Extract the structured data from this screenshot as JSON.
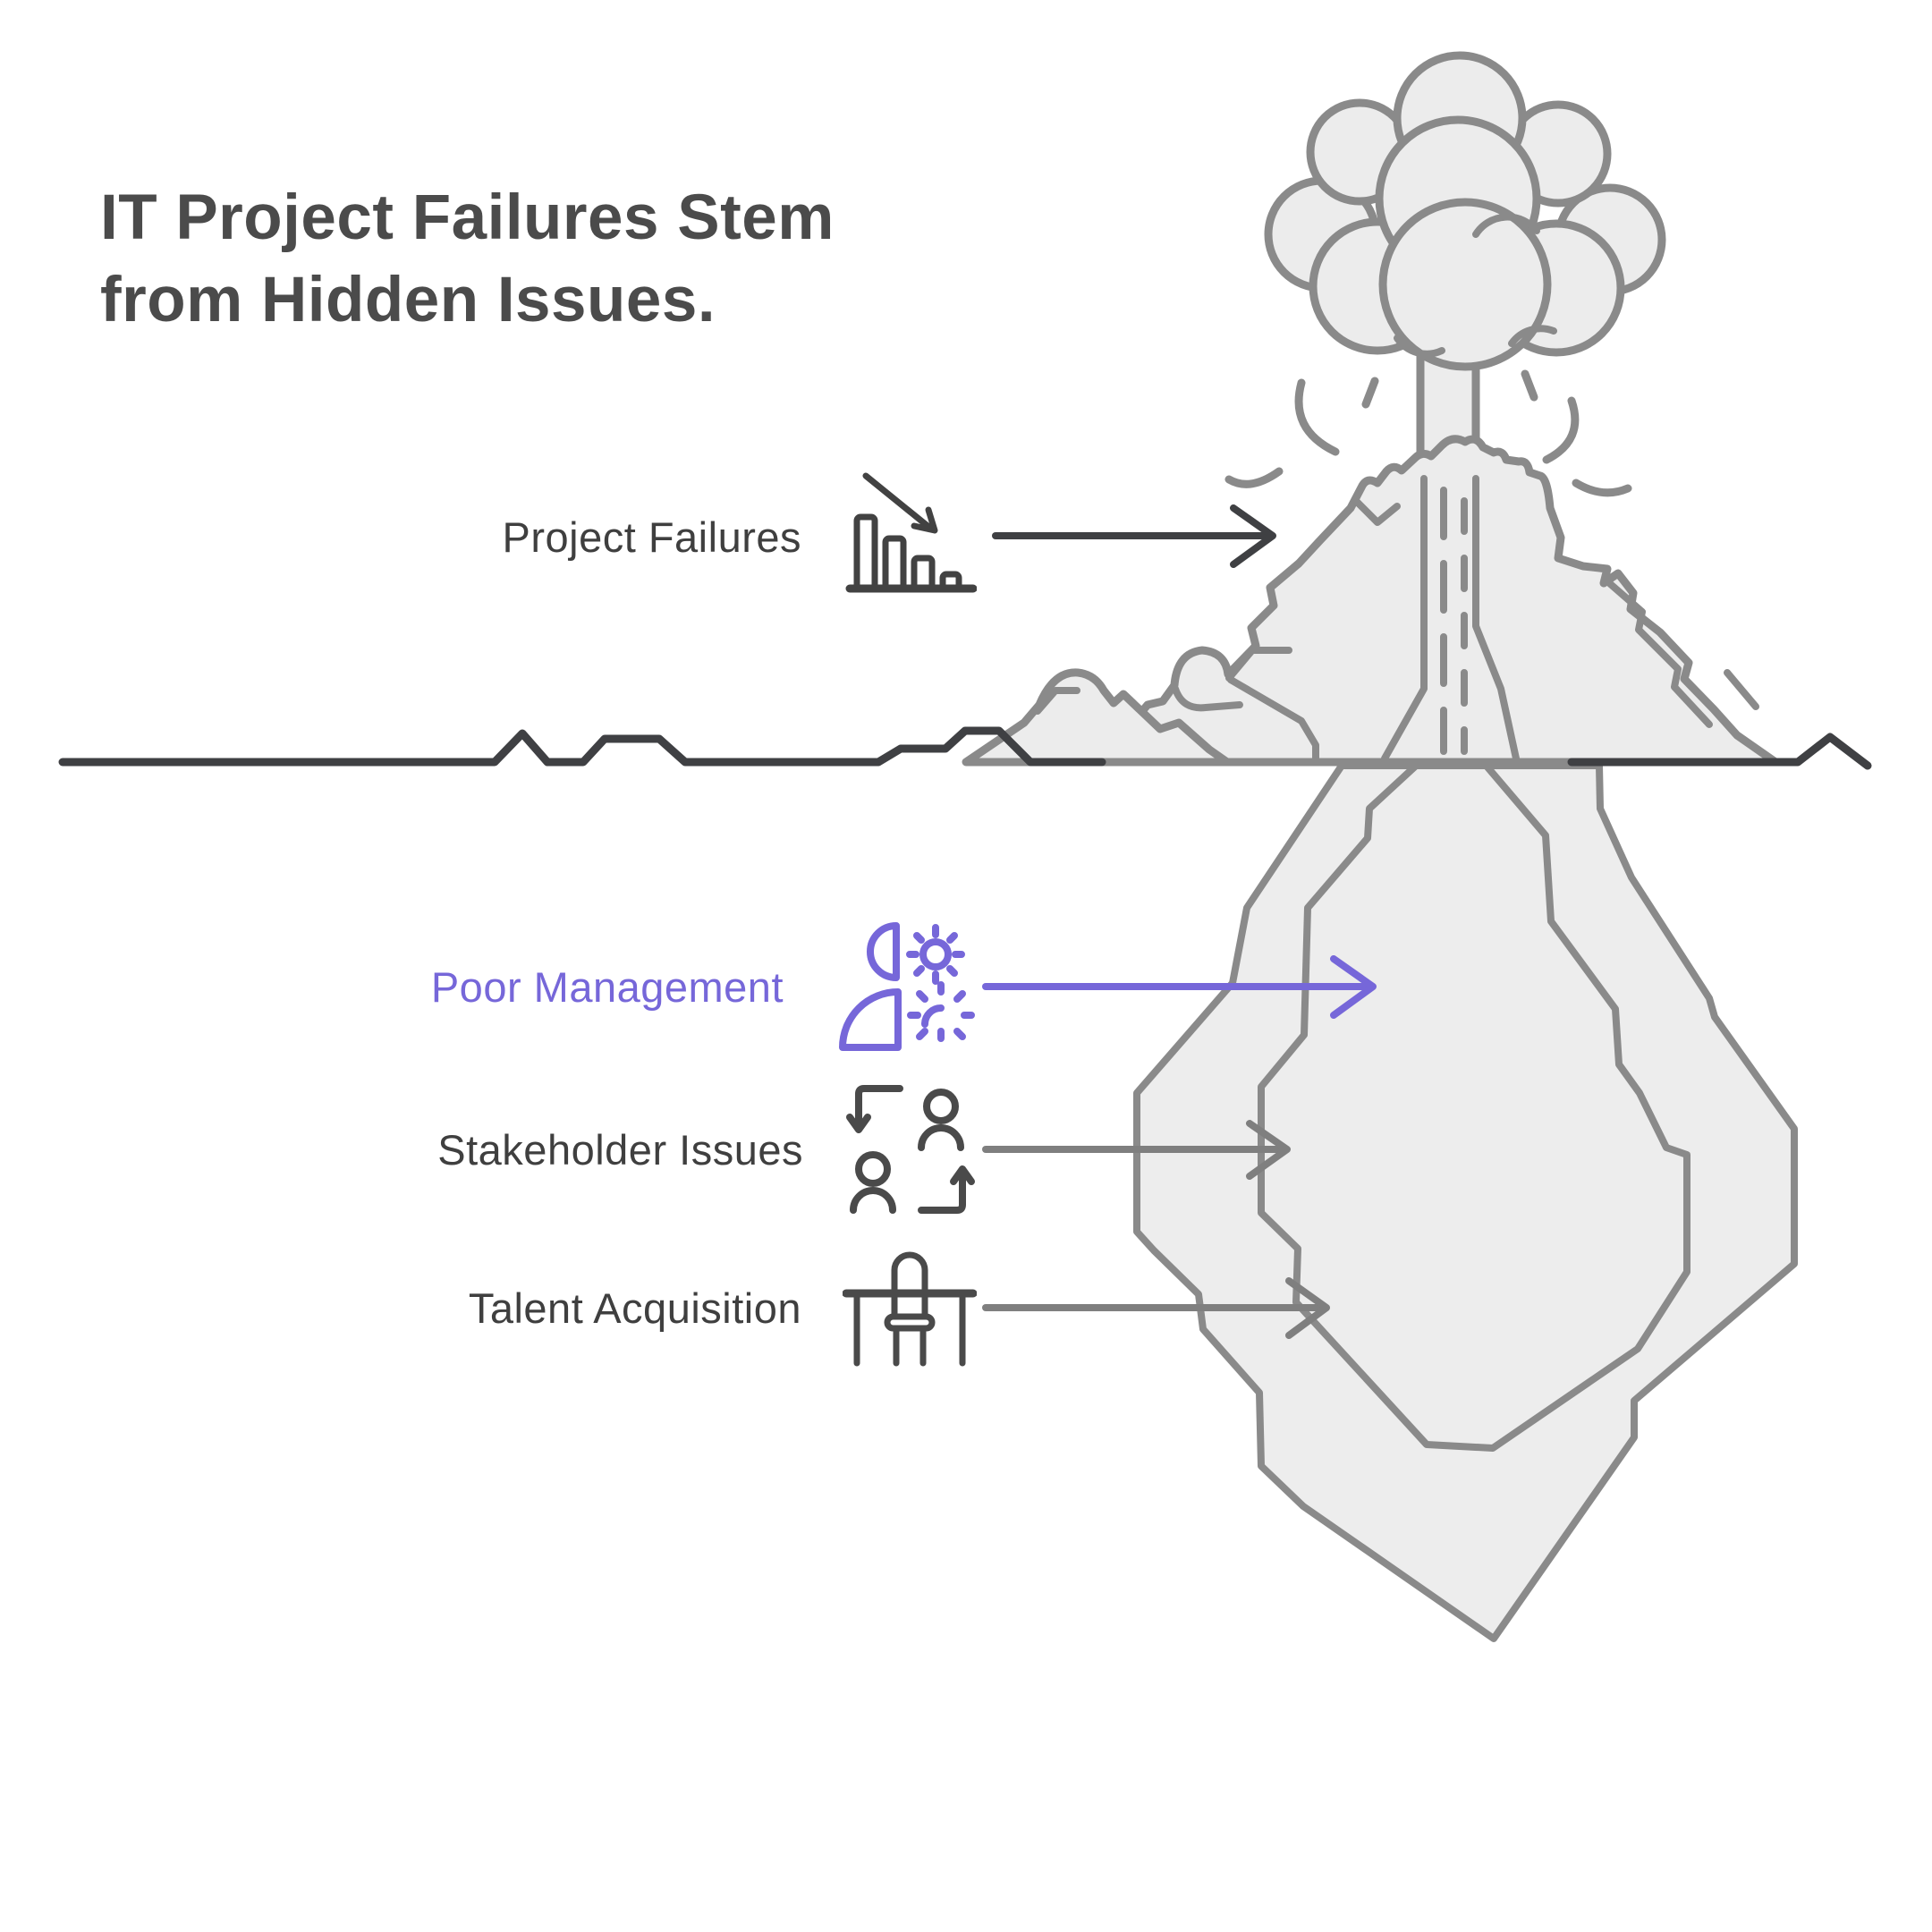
{
  "title": {
    "line1": "IT Project Failures Stem",
    "line2": "from Hidden Issues."
  },
  "labels": {
    "rows": [
      {
        "id": "project-failures",
        "text": "Project Failures",
        "icon": "declining-bar-chart-icon",
        "zone": "above-water",
        "accent": false
      },
      {
        "id": "poor-management",
        "text": "Poor Management",
        "icon": "person-gears-icon",
        "zone": "underwater",
        "accent": true
      },
      {
        "id": "stakeholder-issues",
        "text": "Stakeholder Issues",
        "icon": "people-exchange-icon",
        "zone": "underwater",
        "accent": false
      },
      {
        "id": "talent-acquisition",
        "text": "Talent Acquisition",
        "icon": "interview-desk-icon",
        "zone": "underwater",
        "accent": false
      }
    ]
  },
  "colors": {
    "background": "#ffffff",
    "title_text": "#4b4b4b",
    "label_text": "#3f3f3f",
    "accent_purple": "#7667d9",
    "waterline_dark": "#3f4043",
    "illustration_stroke": "#8a8a8a",
    "illustration_fill": "#ececec",
    "gray_arrow": "#7f7f7f"
  },
  "scene": {
    "description": "Iceberg-style erupting volcano: visible project failures above the waterline, hidden root causes below",
    "above_water_item": "Project Failures",
    "underwater_items": [
      "Poor Management",
      "Stakeholder Issues",
      "Talent Acquisition"
    ]
  }
}
